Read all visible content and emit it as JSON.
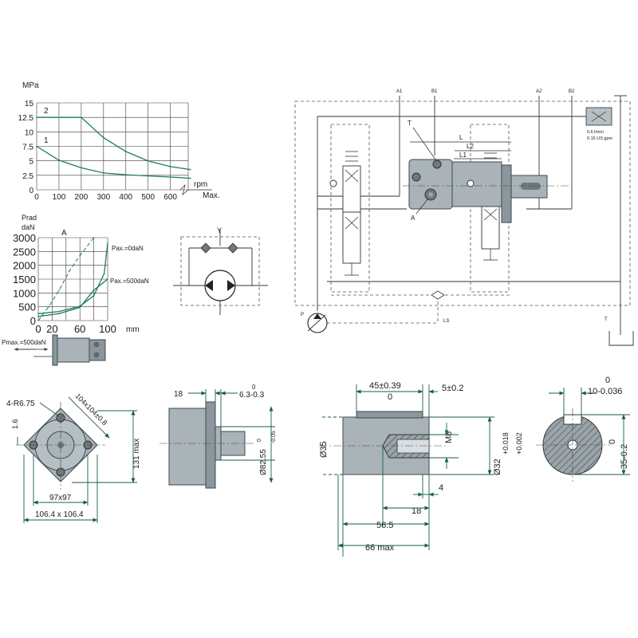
{
  "colors": {
    "ink": "#1a1a1a",
    "curve": "#1e7a62",
    "body": "#a9b3b8",
    "dim": "#1a5e4a"
  },
  "pressure_chart": {
    "ylabel": "MPa",
    "xlabel": "rpm",
    "xmax_label": "Max.",
    "yticks": [
      "0",
      "2.5",
      "5",
      "7.5",
      "10",
      "12.5",
      "15"
    ],
    "xticks": [
      "0",
      "100",
      "200",
      "300",
      "400",
      "500",
      "600"
    ],
    "curve_labels": [
      "2",
      "1"
    ]
  },
  "load_chart": {
    "ylabel_1": "Prad",
    "ylabel_2": "daN",
    "xlabel": "mm",
    "yticks": [
      "0",
      "500",
      "1000",
      "1500",
      "2000",
      "2500",
      "3000"
    ],
    "xticks": [
      "0",
      "20",
      "60",
      "100"
    ],
    "curve_a_label": "A",
    "series_labels": [
      "Pax.=0daN",
      "Pax.=500daN"
    ],
    "pmax_label": "Pmax.=500daN"
  },
  "chart_data": [
    {
      "type": "line",
      "ylabel": "MPa",
      "xlabel": "rpm",
      "ylim": [
        0,
        15
      ],
      "xlim": [
        0,
        680
      ],
      "series": [
        {
          "name": "2",
          "x": [
            0,
            200,
            300,
            400,
            500,
            600,
            690
          ],
          "y": [
            12.5,
            12.5,
            9.0,
            6.6,
            5.0,
            4.0,
            3.5
          ]
        },
        {
          "name": "1",
          "x": [
            0,
            100,
            200,
            300,
            400,
            500,
            600,
            690
          ],
          "y": [
            7.5,
            5.1,
            3.8,
            2.9,
            2.6,
            2.4,
            2.2,
            2.0
          ]
        }
      ]
    },
    {
      "type": "line",
      "ylabel": "Prad daN",
      "xlabel": "mm",
      "ylim": [
        0,
        3000
      ],
      "xlim": [
        0,
        100
      ],
      "series": [
        {
          "name": "Pax.=0daN",
          "x": [
            0,
            30,
            60,
            80,
            95,
            100
          ],
          "y": [
            250,
            330,
            520,
            900,
            1700,
            2800
          ]
        },
        {
          "name": "Pax.=500daN",
          "x": [
            0,
            30,
            60,
            80,
            100
          ],
          "y": [
            150,
            250,
            480,
            1100,
            1500
          ]
        },
        {
          "name": "A",
          "x": [
            0,
            15,
            30,
            45,
            60,
            80
          ],
          "y": [
            0,
            500,
            1100,
            1800,
            2350,
            3000
          ]
        }
      ]
    }
  ],
  "valve_symbol": {
    "top_label": "Y"
  },
  "circuit": {
    "ports": [
      "A1",
      "B1",
      "A2",
      "B2"
    ],
    "flow_labels": [
      "0.6 l/min",
      "0.16 US gpm"
    ],
    "dims": [
      "L",
      "L2",
      "L1"
    ],
    "markers": [
      "T",
      "A"
    ],
    "pump_label": "P",
    "ls_label": "LS",
    "tank_label": "T"
  },
  "flange_view": {
    "holes": "4-R6.75",
    "diag": "104x104±0.8",
    "height": "131 max",
    "offset": "1.6",
    "bolt": "97x97",
    "overall": "106.4 x 106.4"
  },
  "side_view": {
    "d18": "18",
    "tol_top": "0",
    "d63": "6.3-0.3",
    "pilot": "Ø82.55",
    "pilot_tol_a": "0",
    "pilot_tol_b": "-0.05"
  },
  "shaft_view": {
    "len45": "45±0.39",
    "len45_b": "0",
    "len5": "5±0.2",
    "m8": "M8",
    "d35": "Ø35",
    "d32": "Ø32",
    "d32_tol_a": "+0.018",
    "d32_tol_b": "+0.002",
    "d4": "4",
    "d18": "18",
    "d565": "56.5",
    "d66": "66 max"
  },
  "shaft_section": {
    "tol_top": "0",
    "key_width": "10-0.036",
    "tol_side": "0",
    "key_height": "35-0.2"
  }
}
